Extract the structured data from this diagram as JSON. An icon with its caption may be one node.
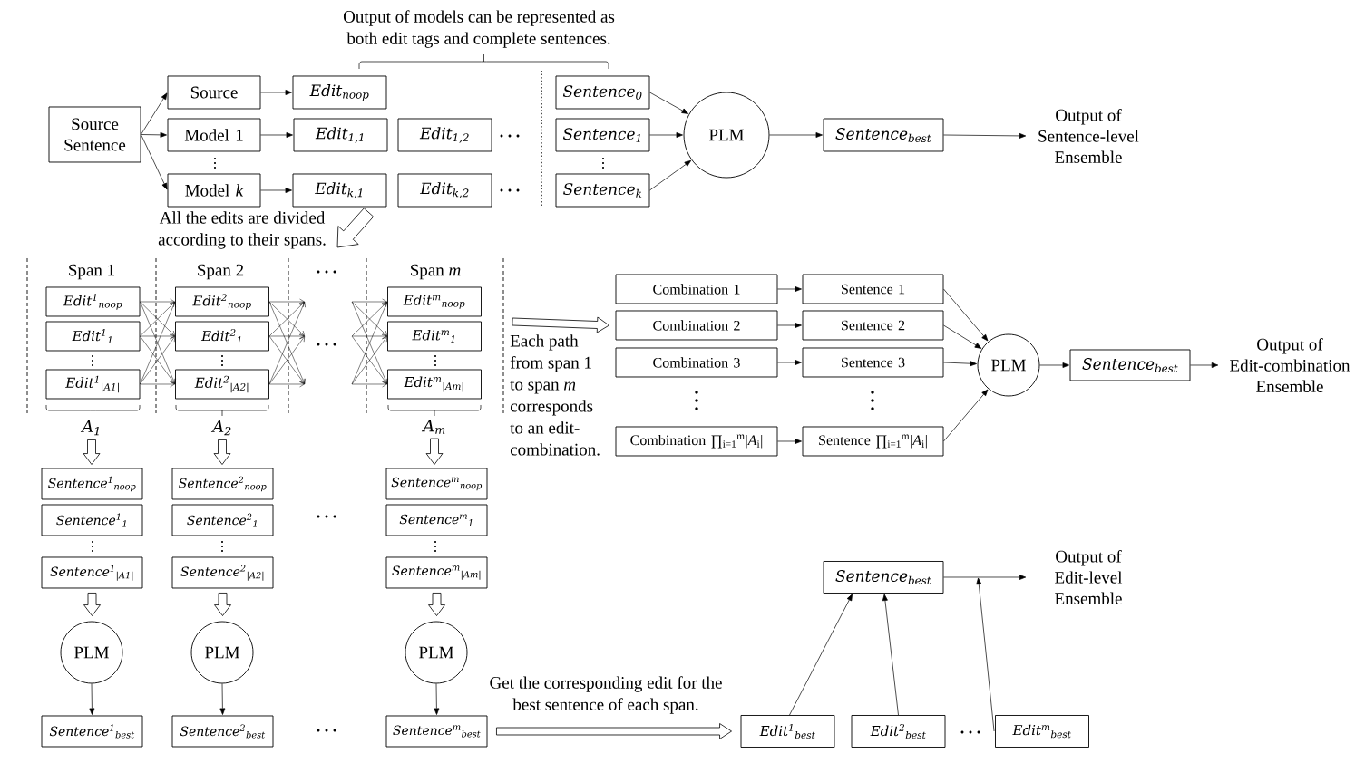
{
  "diagram": {
    "nodes": [
      {
        "text": [
          "Source Sentence"
        ]
      },
      {
        "text": [
          "Source"
        ]
      },
      {
        "text": [
          "Model 1"
        ]
      },
      {
        "text": [
          "Model *k*"
        ]
      },
      {
        "text": [
          "Edit$_{noop}$"
        ]
      },
      {
        "text": [
          "Edit$_{1,1}$"
        ]
      },
      {
        "text": [
          "Edit$_{1,2}$"
        ]
      },
      {
        "text": [
          "Edit$_{k,1}$"
        ]
      },
      {
        "text": [
          "Edit$_{k,2}$"
        ]
      },
      {
        "text": [
          "Sentence$_{0}$"
        ]
      },
      {
        "text": [
          "Sentence$_{1}$"
        ]
      },
      {
        "text": [
          "Sentence$_{k}$"
        ]
      },
      {
        "text": [
          "PLM"
        ]
      },
      {
        "text": [
          "Sentence$_{best}$"
        ]
      },
      {
        "text": [
          "Output of Sentence-level Ensemble"
        ]
      },
      {
        "text": [
          "Edit$^{1}$$_{noop}$"
        ]
      },
      {
        "text": [
          "Edit$^{1}$$_{1}$"
        ]
      },
      {
        "text": [
          "Edit$^{1}$$_{|A1|}$"
        ]
      },
      {
        "text": [
          "Edit$^{2}$$_{noop}$"
        ]
      },
      {
        "text": [
          "Edit$^{2}$$_{1}$"
        ]
      },
      {
        "text": [
          "Edit$^{2}$$_{|A2|}$"
        ]
      },
      {
        "text": [
          "Edit$^{m}$$_{noop}$"
        ]
      },
      {
        "text": [
          "Edit$^{m}$$_{1}$"
        ]
      },
      {
        "text": [
          "Edit$^{m}$$_{|Am|}$"
        ]
      },
      {
        "text": [
          "A$_{1}$"
        ]
      },
      {
        "text": [
          "A$_{2}$"
        ]
      },
      {
        "text": [
          "A$_{m}$"
        ]
      },
      {
        "text": [
          "Sentence$^{1}$$_{noop}$"
        ]
      },
      {
        "text": [
          "Sentence$^{1}$$_{1}$"
        ]
      },
      {
        "text": [
          "Sentence$^{1}$$_{|A1|}$"
        ]
      },
      {
        "text": [
          "Sentence$^{2}$$_{noop}$"
        ]
      },
      {
        "text": [
          "Sentence$^{2}$$_{1}$"
        ]
      },
      {
        "text": [
          "Sentence$^{2}$$_{|A2|}$"
        ]
      },
      {
        "text": [
          "Sentence$^{m}$$_{noop}$"
        ]
      },
      {
        "text": [
          "Sentence$^{m}$$_{1}$"
        ]
      },
      {
        "text": [
          "Sentence$^{m}$$_{|Am|}$"
        ]
      },
      {
        "text": [
          "PLM"
        ]
      },
      {
        "text": [
          "PLM"
        ]
      },
      {
        "text": [
          "PLM"
        ]
      },
      {
        "text": [
          "Sentence$^{1}$$_{best}$"
        ]
      },
      {
        "text": [
          "Sentence$^{2}$$_{best}$"
        ]
      },
      {
        "text": [
          "Sentence$^{m}$$_{best}$"
        ]
      },
      {
        "text": [
          "Combination 1"
        ]
      },
      {
        "text": [
          "Combination 2"
        ]
      },
      {
        "text": [
          "Combination 3"
        ]
      },
      {
        "text": [
          "Combination ∏$_{i=1}$$^{m}$|*A*$_{i}$|"
        ]
      },
      {
        "text": [
          "Sentence 1"
        ]
      },
      {
        "text": [
          "Sentence 2"
        ]
      },
      {
        "text": [
          "Sentence 3"
        ]
      },
      {
        "text": [
          "Sentence ∏$_{i=1}$$^{m}$|*A*$_{i}$|"
        ]
      },
      {
        "text": [
          "PLM"
        ]
      },
      {
        "text": [
          "Sentence$_{best}$"
        ]
      },
      {
        "text": [
          "Output of Edit-combination Ensemble"
        ]
      },
      {
        "text": [
          "Sentence$_{best}$"
        ]
      },
      {
        "text": [
          "Output of Edit-level Ensemble"
        ]
      },
      {
        "text": [
          "Edit$^{1}$$_{best}$"
        ]
      },
      {
        "text": [
          "Edit$^{2}$$_{best}$"
        ]
      },
      {
        "text": [
          "Edit$^{m}$$_{best}$"
        ]
      }
    ],
    "edges": [
      {
        "from": 0,
        "to": 1,
        "arrow": "to"
      },
      {
        "from": 0,
        "to": 2,
        "arrow": "to"
      },
      {
        "from": 0,
        "to": 3,
        "arrow": "to"
      },
      {
        "from": 1,
        "to": 4,
        "arrow": "to"
      },
      {
        "from": 2,
        "to": 5,
        "arrow": "to"
      },
      {
        "from": 3,
        "to": 7,
        "arrow": "to"
      },
      {
        "from": 9,
        "to": 12,
        "arrow": "to"
      },
      {
        "from": 10,
        "to": 12,
        "arrow": "to"
      },
      {
        "from": 11,
        "to": 12,
        "arrow": "to"
      },
      {
        "from": 12,
        "to": 13,
        "arrow": "to"
      },
      {
        "from": 13,
        "to": 14,
        "arrow": "to"
      },
      {
        "from": 7,
        "to": null,
        "arrow": "to",
        "style": "thick",
        "label": "All the edits are divided according to their spans."
      },
      {
        "from": 15,
        "to": 18,
        "arrow": "to"
      },
      {
        "from": 15,
        "to": 19,
        "arrow": "to"
      },
      {
        "from": 15,
        "to": 20,
        "arrow": "to"
      },
      {
        "from": 16,
        "to": 18,
        "arrow": "to"
      },
      {
        "from": 16,
        "to": 19,
        "arrow": "to"
      },
      {
        "from": 16,
        "to": 20,
        "arrow": "to"
      },
      {
        "from": 17,
        "to": 18,
        "arrow": "to"
      },
      {
        "from": 17,
        "to": 19,
        "arrow": "to"
      },
      {
        "from": 17,
        "to": 20,
        "arrow": "to"
      },
      {
        "from": 18,
        "to": null,
        "arrow": "to"
      },
      {
        "from": 18,
        "to": null,
        "arrow": "to"
      },
      {
        "from": 18,
        "to": null,
        "arrow": "to"
      },
      {
        "from": 19,
        "to": null,
        "arrow": "to"
      },
      {
        "from": 19,
        "to": null,
        "arrow": "to"
      },
      {
        "from": 19,
        "to": null,
        "arrow": "to"
      },
      {
        "from": 20,
        "to": null,
        "arrow": "to"
      },
      {
        "from": 20,
        "to": null,
        "arrow": "to"
      },
      {
        "from": 20,
        "to": null,
        "arrow": "to"
      },
      {
        "from": null,
        "to": 21,
        "arrow": "to"
      },
      {
        "from": null,
        "to": 22,
        "arrow": "to"
      },
      {
        "from": null,
        "to": 23,
        "arrow": "to"
      },
      {
        "from": null,
        "to": 21,
        "arrow": "to"
      },
      {
        "from": null,
        "to": 22,
        "arrow": "to"
      },
      {
        "from": null,
        "to": 23,
        "arrow": "to"
      },
      {
        "from": null,
        "to": 21,
        "arrow": "to"
      },
      {
        "from": null,
        "to": 22,
        "arrow": "to"
      },
      {
        "from": null,
        "to": 23,
        "arrow": "to"
      },
      {
        "from": 24,
        "to": 27,
        "arrow": "to",
        "style": "thick"
      },
      {
        "from": 25,
        "to": 30,
        "arrow": "to",
        "style": "thick"
      },
      {
        "from": 26,
        "to": 33,
        "arrow": "to",
        "style": "thick"
      },
      {
        "from": 29,
        "to": 36,
        "arrow": "to",
        "style": "thick"
      },
      {
        "from": 32,
        "to": 37,
        "arrow": "to",
        "style": "thick"
      },
      {
        "from": 35,
        "to": 38,
        "arrow": "to",
        "style": "thick"
      },
      {
        "from": 36,
        "to": 39,
        "arrow": "to"
      },
      {
        "from": 37,
        "to": 40,
        "arrow": "to"
      },
      {
        "from": 38,
        "to": 41,
        "arrow": "to"
      },
      {
        "from": null,
        "to": 43,
        "arrow": "to",
        "style": "thick",
        "label": "Each path from span 1 to span *m* corresponds to an edit-combination."
      },
      {
        "from": 42,
        "to": 46,
        "arrow": "to"
      },
      {
        "from": 43,
        "to": 47,
        "arrow": "to"
      },
      {
        "from": 44,
        "to": 48,
        "arrow": "to"
      },
      {
        "from": 45,
        "to": 49,
        "arrow": "to"
      },
      {
        "from": 46,
        "to": 50,
        "arrow": "to"
      },
      {
        "from": 47,
        "to": 50,
        "arrow": "to"
      },
      {
        "from": 48,
        "to": 50,
        "arrow": "to"
      },
      {
        "from": 49,
        "to": 50,
        "arrow": "to"
      },
      {
        "from": 50,
        "to": 51,
        "arrow": "to"
      },
      {
        "from": 51,
        "to": 52,
        "arrow": "to"
      },
      {
        "from": 41,
        "to": 55,
        "arrow": "to",
        "style": "thick",
        "label": "Get the corresponding edit for the best sentence of each span."
      },
      {
        "from": 53,
        "to": 54,
        "arrow": "to"
      },
      {
        "from": 55,
        "to": 53,
        "arrow": "to"
      },
      {
        "from": 56,
        "to": 53,
        "arrow": "to"
      },
      {
        "from": 57,
        "to": 53,
        "arrow": "to"
      }
    ],
    "labels": [
      "Output of models can be represented as both edit tags and complete sentences.",
      "Span 1",
      "Span 2",
      "Span *m*"
    ]
  }
}
